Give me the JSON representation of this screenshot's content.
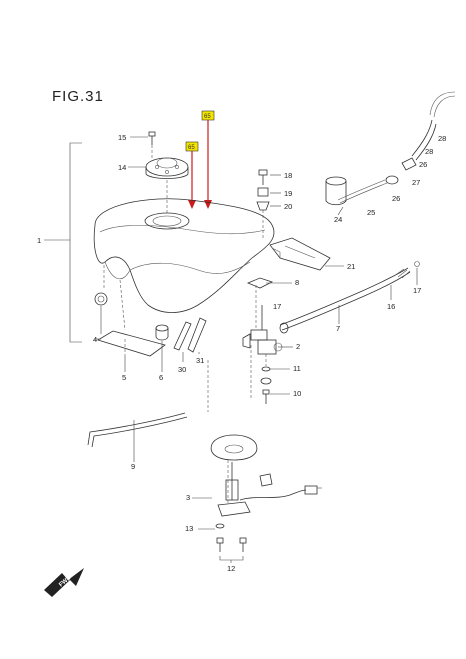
{
  "figure": {
    "title": "FIG.31",
    "fwd_label": "FWD",
    "callouts": [
      "65",
      "65"
    ]
  },
  "parts": {
    "p1": "1",
    "p2": "2",
    "p3": "3",
    "p4": "4",
    "p5": "5",
    "p6": "6",
    "p7": "7",
    "p8": "8",
    "p9": "9",
    "p10": "10",
    "p11": "11",
    "p12": "12",
    "p13": "13",
    "p14": "14",
    "p15": "15",
    "p16": "16",
    "p17a": "17",
    "p17b": "17",
    "p18": "18",
    "p19": "19",
    "p20": "20",
    "p21": "21",
    "p24": "24",
    "p25": "25",
    "p26a": "26",
    "p26b": "26",
    "p27": "27",
    "p28a": "28",
    "p28b": "28",
    "p30": "30",
    "p31": "31"
  },
  "colors": {
    "arrow": "#cc1a1a",
    "callout_fill": "#f3e400",
    "line": "#333333"
  }
}
